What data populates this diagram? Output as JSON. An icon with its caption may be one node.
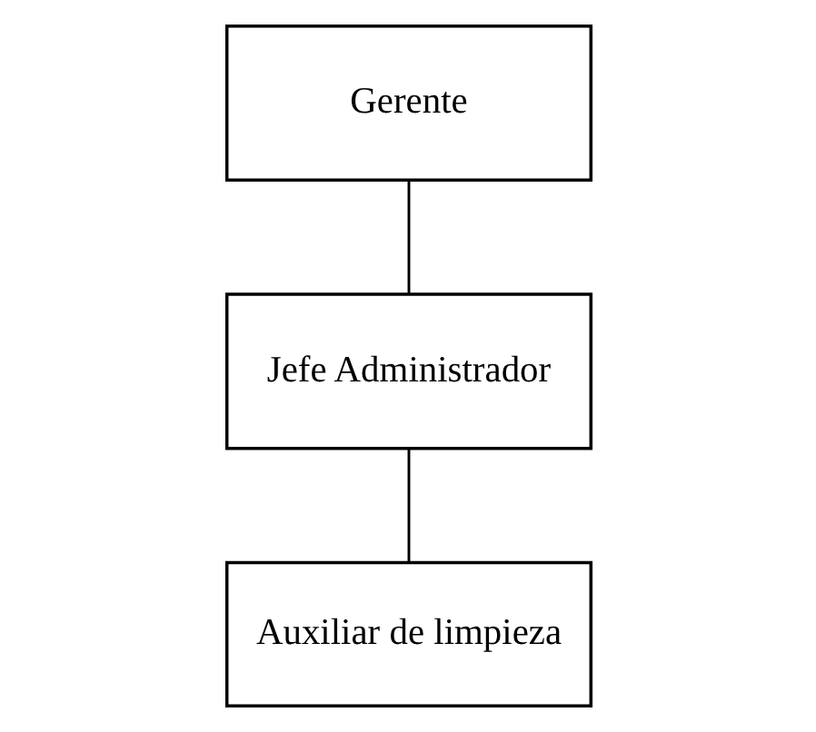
{
  "diagram": {
    "nodes": [
      {
        "text": [
          "Gerente"
        ]
      },
      {
        "text": [
          "Jefe Administrador"
        ]
      },
      {
        "text": [
          "Auxiliar de limpieza"
        ]
      }
    ],
    "edges": [
      {
        "from": 0,
        "to": 1,
        "arrow": "none"
      },
      {
        "from": 1,
        "to": 2,
        "arrow": "none"
      }
    ]
  }
}
